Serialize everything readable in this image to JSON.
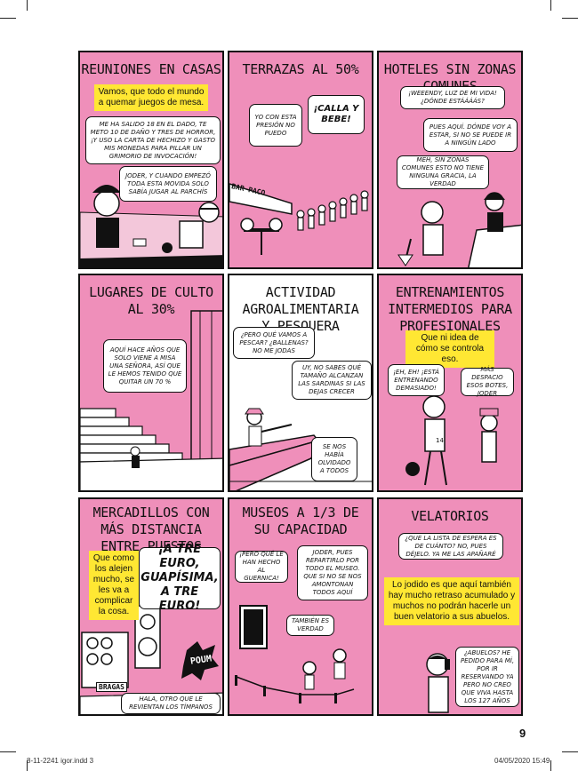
{
  "panels": [
    {
      "title": "REUNIONES EN CASAS",
      "note": "Vamos, que todo el mundo a quemar juegos de mesa.",
      "bubbles": [
        "ME HA SALIDO 18 EN EL DADO, TE METO 10 DE DAÑO Y TRES DE HORROR, ¡Y USO LA CARTA DE HECHIZO Y GASTO MIS MONEDAS PARA PILLAR UN GRIMORIO DE INVOCACIÓN!",
        "JODER, Y CUANDO EMPEZÓ TODA ESTA MOVIDA SOLO SABÍA JUGAR AL PARCHÍS"
      ]
    },
    {
      "title": "TERRAZAS AL 50%",
      "bubbles": [
        "YO CON ESTA PRESIÓN NO PUEDO",
        "¡CALLA Y BEBE!"
      ],
      "sign": "BAR PACO"
    },
    {
      "title": "HOTELES SIN ZONAS COMUNES",
      "bubbles": [
        "¡WEEENDY, LUZ DE MI VIDA! ¿DÓNDE ESTÁÁÁÁS?",
        "PUES AQUÍ. DÓNDE VOY A ESTAR, SI NO SE PUEDE IR A NINGÚN LADO",
        "MEH, SIN ZONAS COMUNES ESTO NO TIENE NINGUNA GRACIA, LA VERDAD"
      ]
    },
    {
      "title": "LUGARES DE CULTO AL 30%",
      "bubbles": [
        "AQUÍ HACE AÑOS QUE SOLO VIENE A MISA UNA SEÑORA, ASÍ QUE LE HEMOS TENIDO QUE QUITAR UN 70 %"
      ]
    },
    {
      "title": "ACTIVIDAD AGROALIMENTARIA Y PESQUERA",
      "bubbles": [
        "¿PERO QUÉ VAMOS A PESCAR? ¿BALLENAS? NO ME JODAS",
        "UY, NO SABES QUÉ TAMAÑO ALCANZAN LAS SARDINAS SI LAS DEJAS CRECER",
        "SE NOS HABÍA OLVIDADO A TODOS"
      ]
    },
    {
      "title": "ENTRENAMIENTOS INTERMEDIOS PARA PROFESIONALES",
      "note": "Que ni idea de cómo se controla eso.",
      "bubbles": [
        "¡EH, EH! ¡ESTÁ ENTRENANDO DEMASIADO!",
        "MÁS DESPACIO ESOS BOTES, JODER"
      ],
      "jersey": "14"
    },
    {
      "title": "MERCADILLOS CON MÁS DISTANCIA ENTRE PUESTOS",
      "note": "Que como los alejen mucho, se les va a complicar la cosa.",
      "bubbles": [
        "¡A TRE EURO, GUAPÍSIMA, A TRE EURO!",
        "HALA, OTRO QUE LE REVIENTAN LOS TÍMPANOS"
      ],
      "sfx": "POUM",
      "sign": "BRAGAS"
    },
    {
      "title": "MUSEOS A 1/3 DE SU CAPACIDAD",
      "bubbles": [
        "¡PERO QUÉ LE HAN HECHO AL GUERNICA!",
        "JODER, PUES REPARTIRLO POR TODO EL MUSEO. QUE SI NO SE NOS AMONTONAN TODOS AQUÍ",
        "TAMBIÉN ES VERDAD"
      ]
    },
    {
      "title": "VELATORIOS",
      "note": "Lo jodido es que aquí también hay mucho retraso acumulado y muchos no podrán hacerle un buen velatorio a sus abuelos.",
      "bubbles": [
        "¿QUE LA LISTA DE ESPERA ES DE CUÁNTO? NO, PUES DÉJELO. YA ME LAS APAÑARÉ",
        "¿ABUELOS? HE PEDIDO PARA MÍ, POR IR RESERVANDO YA PERO NO CREO QUE VIVA HASTA LOS 127 AÑOS"
      ]
    }
  ],
  "page_number": "9",
  "footer": {
    "left": "8-11-2241 igor.indd   3",
    "right": "04/05/2020   15:49"
  }
}
